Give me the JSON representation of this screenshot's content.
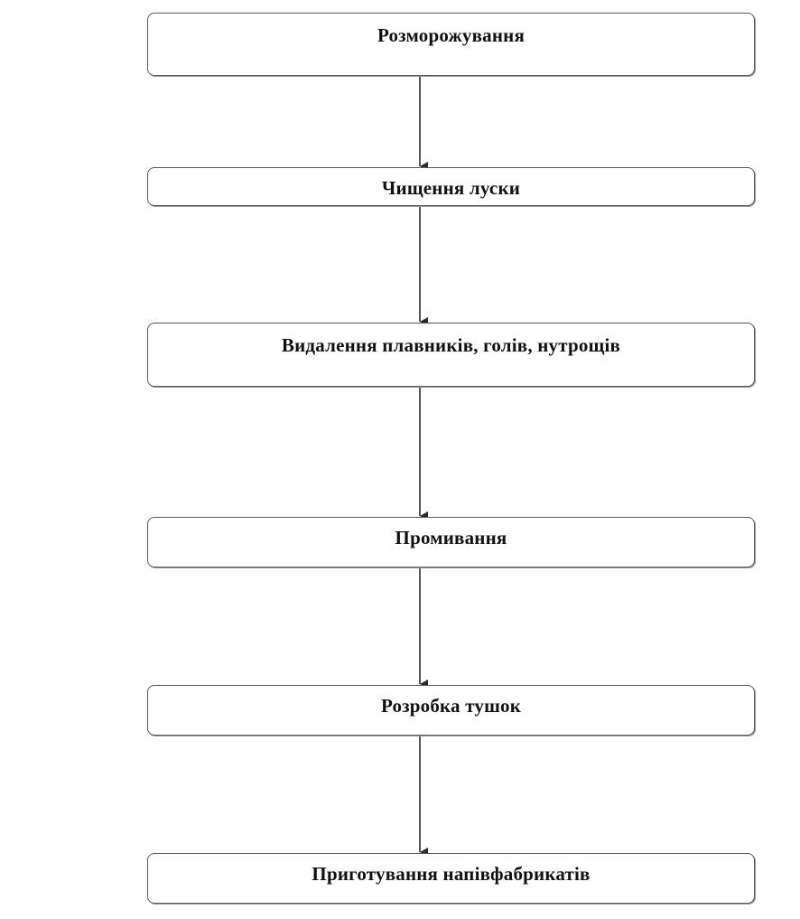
{
  "flowchart": {
    "steps": [
      {
        "label": "Розморожування"
      },
      {
        "label": "Чищення луски"
      },
      {
        "label": "Видалення плавників, голів, нутрощів"
      },
      {
        "label": "Промивання"
      },
      {
        "label": "Розробка тушок"
      },
      {
        "label": "Приготування напівфабрикатів"
      }
    ]
  },
  "colors": {
    "box_border": "#5a5a5a",
    "arrow": "#2a2a2a",
    "text": "#111111",
    "background": "#ffffff"
  }
}
